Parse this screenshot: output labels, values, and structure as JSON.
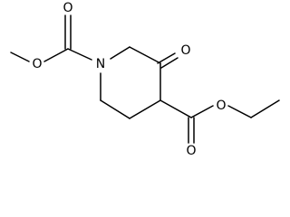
{
  "atoms": {
    "ring_nitrogen": "N",
    "ester1_carbonyl_oxygen": "O",
    "ester1_ether_oxygen": "O",
    "ketone_oxygen": "O",
    "ester2_carbonyl_oxygen": "O",
    "ester2_ether_oxygen": "O"
  }
}
